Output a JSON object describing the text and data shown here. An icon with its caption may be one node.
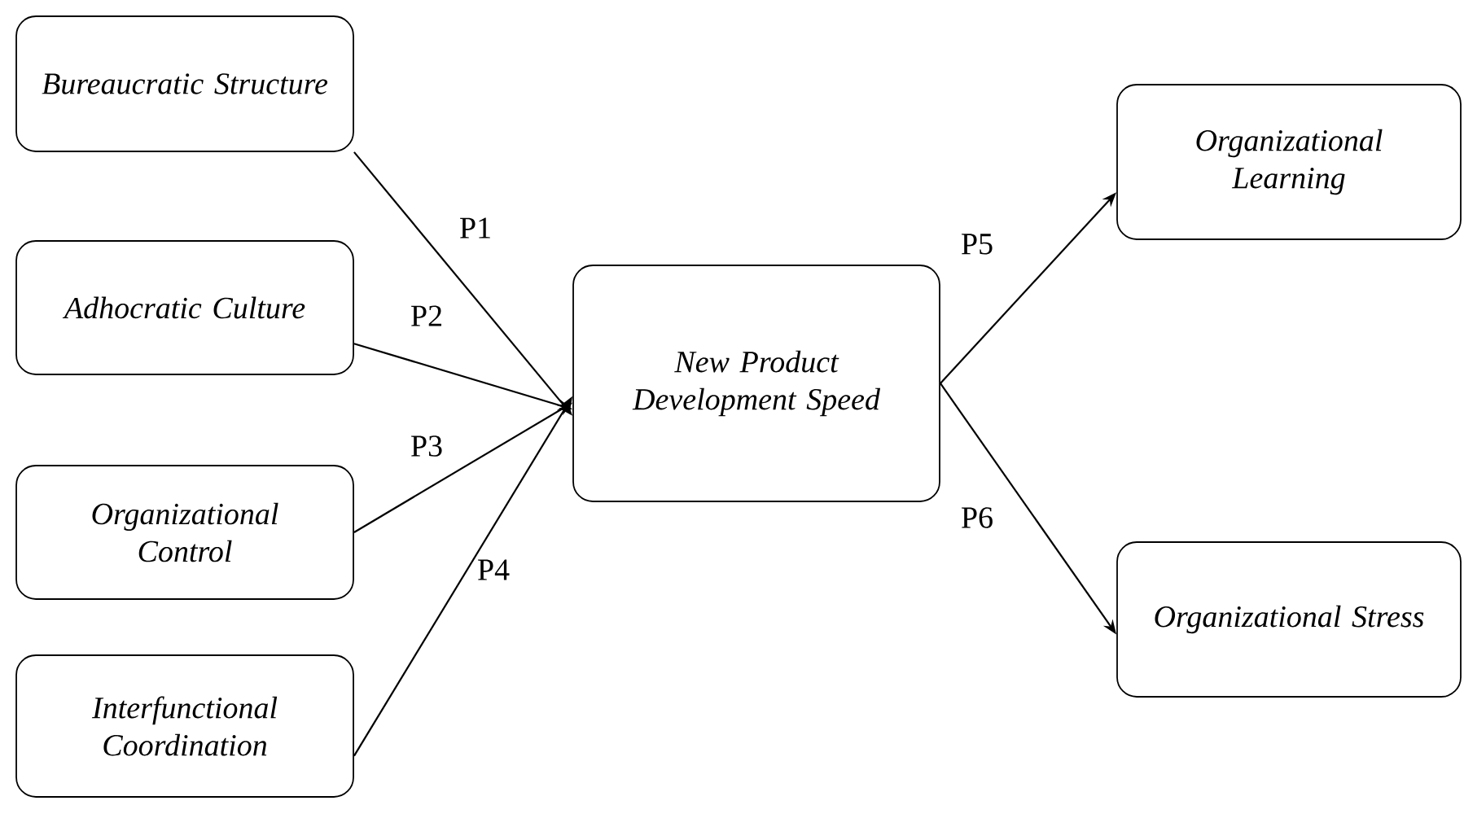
{
  "diagram": {
    "nodes": [
      {
        "text": [
          "Bureaucratic Structure"
        ]
      },
      {
        "text": [
          "Adhocratic Culture"
        ]
      },
      {
        "text": [
          "Organizational Control"
        ]
      },
      {
        "text": [
          "Interfunctional Coordination"
        ]
      },
      {
        "text": [
          "New Product Development Speed"
        ]
      },
      {
        "text": [
          "Organizational Learning"
        ]
      },
      {
        "text": [
          "Organizational Stress"
        ]
      }
    ],
    "edges": [
      {
        "from": 0,
        "to": 4,
        "arrow": "to",
        "label": "P1"
      },
      {
        "from": 1,
        "to": 4,
        "arrow": "to",
        "label": "P2"
      },
      {
        "from": 2,
        "to": 4,
        "arrow": "to",
        "label": "P3"
      },
      {
        "from": 3,
        "to": 4,
        "arrow": "to",
        "label": "P4"
      },
      {
        "from": 4,
        "to": 5,
        "arrow": "to",
        "label": "P5"
      },
      {
        "from": 4,
        "to": 6,
        "arrow": "to",
        "label": "P6"
      }
    ]
  }
}
